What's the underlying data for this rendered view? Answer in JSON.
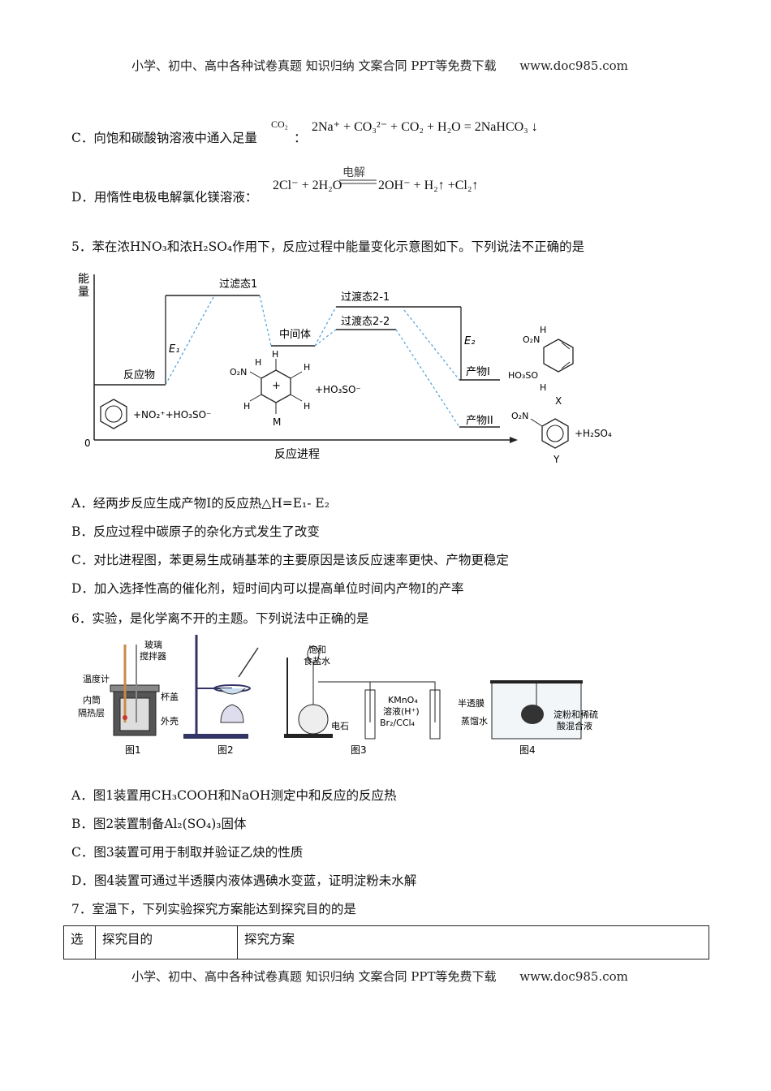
{
  "header": {
    "text": "小学、初中、高中各种试卷真题  知识归纳  文案合同  PPT等免费下载",
    "url": "www.doc985.com"
  },
  "q4": {
    "optC": {
      "label": "C．向饱和碳酸钠溶液中通入足量",
      "gas": "CO₂",
      "sep": "：",
      "equation": "2Na⁺ + CO₃²⁻ + CO₂ + H₂O = 2NaHCO₃ ↓"
    },
    "optD": {
      "label": "D．用惰性电极电解氯化镁溶液：",
      "condition": "电解",
      "lhs": "2Cl⁻ + 2H₂O",
      "rhs": "2OH⁻ + H₂↑ +Cl₂↑"
    }
  },
  "q5": {
    "stem": "5．苯在浓HNO₃和浓H₂SO₄作用下，反应过程中能量变化示意图如下。下列说法不正确的是",
    "diagram": {
      "yaxis": "能量",
      "xaxis": "反应进程",
      "origin": "0",
      "levels": {
        "reactant": "反应物",
        "ts1": "过滤态1",
        "intermediate": "中间体",
        "ts21": "过渡态2-1",
        "ts22": "过渡态2-2",
        "product1": "产物I",
        "product2": "产物II"
      },
      "E1": "E₁",
      "E2": "E₂",
      "reactant_formula": "+NO₂⁺+HO₃SO⁻",
      "intermediate_formula": "+HO₃SO⁻",
      "intermediate_label": "M",
      "product1_label": "X",
      "product2_formula": "+H₂SO₄",
      "product2_label": "Y",
      "atoms": {
        "h": "H",
        "no2": "O₂N",
        "ho3so": "HO₃SO",
        "plus": "+"
      }
    },
    "options": [
      "A．经两步反应生成产物I的反应热△H=E₁- E₂",
      "B．反应过程中碳原子的杂化方式发生了改变",
      "C．对比进程图，苯更易生成硝基苯的主要原因是该反应速率更快、产物更稳定",
      "D．加入选择性高的催化剂，短时间内可以提高单位时间内产物Ⅰ的产率"
    ]
  },
  "q6": {
    "stem": "6．实验，是化学离不开的主题。下列说法中正确的是",
    "fig1": {
      "caption": "图1",
      "labels": [
        "温度计",
        "玻璃",
        "搅拌器",
        "杯盖",
        "内筒",
        "隔热层",
        "外壳"
      ]
    },
    "fig2": {
      "caption": "图2"
    },
    "fig3": {
      "caption": "图3",
      "labels": [
        "饱和",
        "食盐水",
        "电石",
        "KMnO₄",
        "溶液(H⁺)",
        "Br₂/CCl₄"
      ]
    },
    "fig4": {
      "caption": "图4",
      "labels": [
        "半透膜",
        "蒸馏水",
        "淀粉和稀硫",
        "酸混合液"
      ]
    },
    "options": [
      "A．图1装置用CH₃COOH和NaOH测定中和反应的反应热",
      "B．图2装置制备Al₂(SO₄)₃固体",
      "C．图3装置可用于制取并验证乙炔的性质",
      "D．图4装置可通过半透膜内液体遇碘水变蓝，证明淀粉未水解"
    ]
  },
  "q7": {
    "stem": "7．室温下，下列实验探究方案能达到探究目的的是",
    "table_headers": [
      "选",
      "探究目的",
      "探究方案"
    ]
  },
  "footer": {
    "text": "小学、初中、高中各种试卷真题  知识归纳  文案合同  PPT等免费下载",
    "url": "www.doc985.com"
  }
}
